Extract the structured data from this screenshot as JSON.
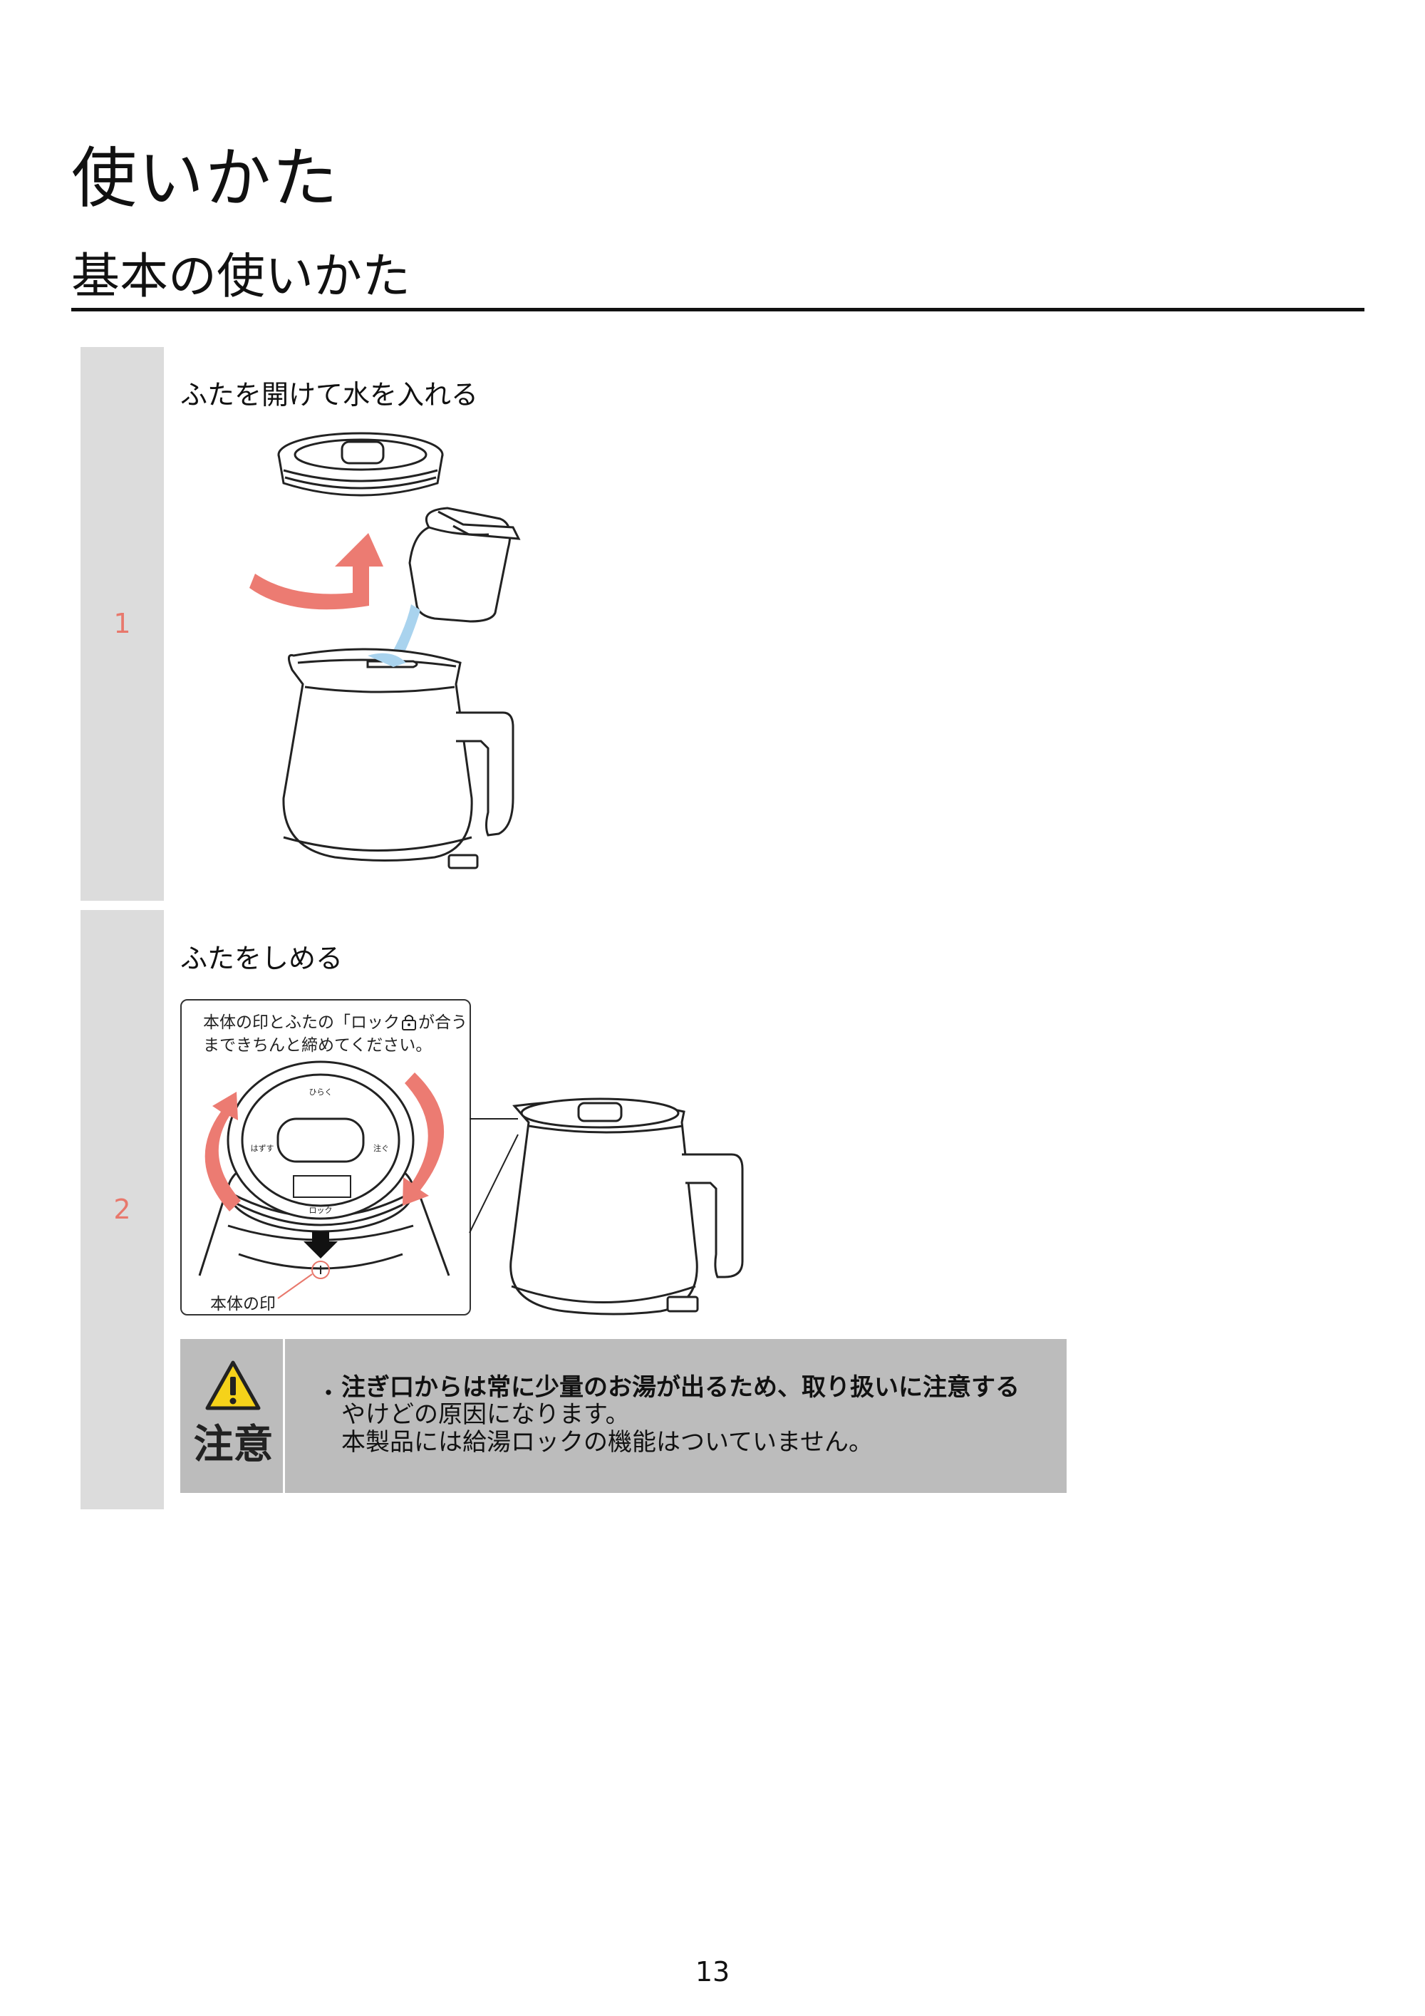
{
  "page": {
    "title": "使いかた",
    "section_title": "基本の使いかた",
    "page_number": "13"
  },
  "steps": [
    {
      "number": "1",
      "heading": "ふたを開けて水を入れる"
    },
    {
      "number": "2",
      "heading": "ふたをしめる"
    }
  ],
  "callout": {
    "text_line1_before_icon": "本体の印とふたの「ロック",
    "text_line1_after_icon": "が合う",
    "text_line2": "まできちんと締めてください。",
    "label": "本体の印",
    "lid_markings": {
      "lock": "ロック",
      "open": "ひらく",
      "remove": "はずす",
      "pour": "注ぐ"
    }
  },
  "caution": {
    "label": "注意",
    "bullet": "・",
    "line1": "注ぎ口からは常に少量のお湯が出るため、取り扱いに注意する",
    "line2": "やけどの原因になります。",
    "line3": "本製品には給湯ロックの機能はついていません。"
  },
  "colors": {
    "accent_arrow": "#ec7b72",
    "step_bar": "#dcdcdc",
    "caution_panel": "#bcbcbc",
    "warning_yellow": "#f5d21a",
    "water_blue": "#a9d3ee"
  },
  "icons": {
    "warning": "warning-triangle-icon",
    "lock": "padlock-icon",
    "down_arrow": "down-arrow-icon"
  }
}
